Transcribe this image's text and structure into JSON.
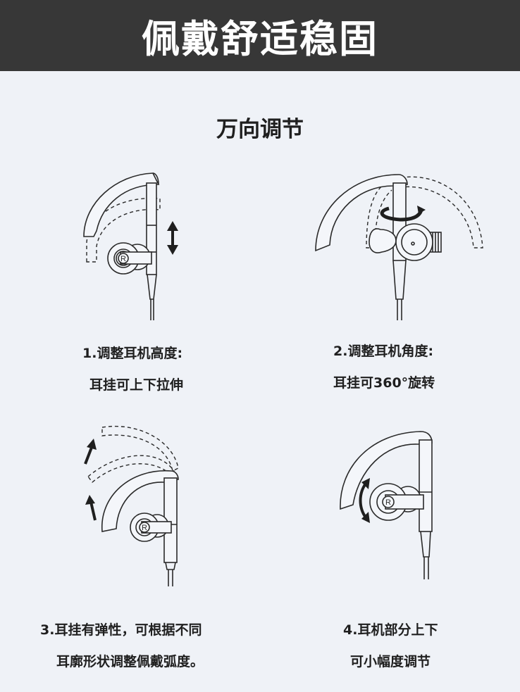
{
  "header": {
    "title": "佩戴舒适稳固",
    "background_color": "#373737",
    "text_color": "#ffffff"
  },
  "section": {
    "title": "万向调节"
  },
  "steps": [
    {
      "id": 1,
      "line1": "1.调整耳机高度:",
      "line2": "耳挂可上下拉伸",
      "illustration": "earhook-height-adjust",
      "icon": "up-down-arrow-icon"
    },
    {
      "id": 2,
      "line1": "2.调整耳机角度:",
      "line2": "耳挂可360°旋转",
      "illustration": "earhook-rotation",
      "icon": "rotate-arrow-icon"
    },
    {
      "id": 3,
      "line1": "3.耳挂有弹性，可根据不同",
      "line2": "耳廓形状调整佩戴弧度。",
      "illustration": "earhook-flex",
      "icon": "up-arrow-icon"
    },
    {
      "id": 4,
      "line1": "4.耳机部分上下",
      "line2": "可小幅度调节",
      "illustration": "earbud-tilt",
      "icon": "curved-double-arrow-icon"
    }
  ],
  "labels": {
    "right_mark": "R"
  },
  "colors": {
    "page_background": "#eff2f7",
    "text": "#1f1f1f",
    "line_art": "#2a2a2a"
  }
}
